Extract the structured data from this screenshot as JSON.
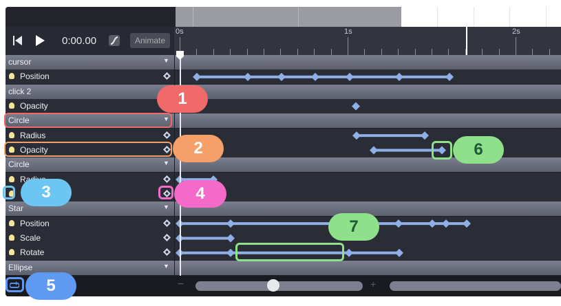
{
  "toolbar": {
    "time": "0:00.00",
    "animate_label": "Animate"
  },
  "ruler": {
    "labels": [
      "0s",
      "1s",
      "2s"
    ]
  },
  "tracks": [
    {
      "type": "group",
      "label": "cursor"
    },
    {
      "type": "prop",
      "label": "Position"
    },
    {
      "type": "group",
      "label": "click 2"
    },
    {
      "type": "prop",
      "label": "Opacity"
    },
    {
      "type": "group",
      "label": "Circle"
    },
    {
      "type": "prop",
      "label": "Radius"
    },
    {
      "type": "prop",
      "label": "Opacity"
    },
    {
      "type": "group",
      "label": "Circle"
    },
    {
      "type": "prop",
      "label": "Radius"
    },
    {
      "type": "prop",
      "label": ""
    },
    {
      "type": "group",
      "label": "Star"
    },
    {
      "type": "prop",
      "label": "Position"
    },
    {
      "type": "prop",
      "label": "Scale"
    },
    {
      "type": "prop",
      "label": "Rotate"
    },
    {
      "type": "group",
      "label": "Ellipse"
    }
  ],
  "callouts": [
    "1",
    "2",
    "3",
    "4",
    "5",
    "6",
    "7"
  ],
  "colors": {
    "keyframe": "#8fb0e6",
    "callout_red": "#f06a6a",
    "callout_orange": "#f5a069",
    "callout_blue": "#6cc6f1",
    "callout_pink": "#f36ac8",
    "callout_indigo": "#5f9af2",
    "callout_green": "#8fe08a"
  }
}
